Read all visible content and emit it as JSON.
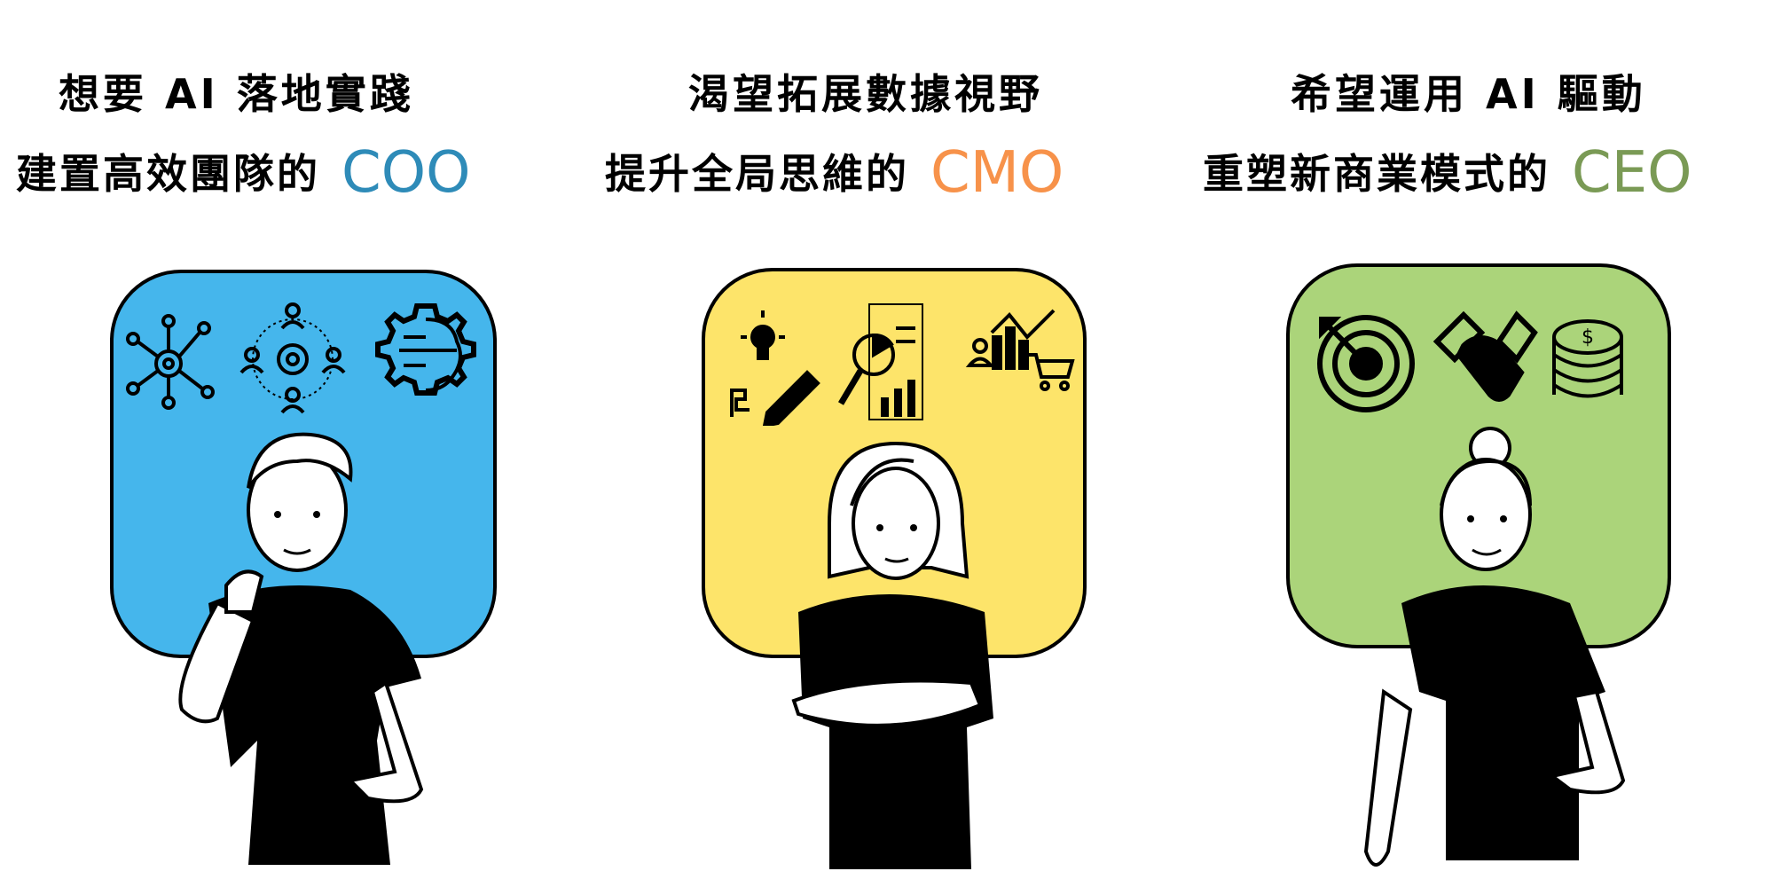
{
  "columns": [
    {
      "line1": "想要 AI 落地實踐",
      "line2": "建置高效團隊的",
      "role": "COO",
      "role_color": "#2e8bb8",
      "panel_color": "#45b6ec",
      "icons": [
        "network-icon",
        "team-target-icon",
        "brain-gear-icon"
      ]
    },
    {
      "line1": "渴望拓展數據視野",
      "line2": "提升全局思維的",
      "role": "CMO",
      "role_color": "#f7924a",
      "panel_color": "#fde46a",
      "icons": [
        "idea-pencil-icon",
        "data-report-icon",
        "sales-chart-cart-icon"
      ]
    },
    {
      "line1": "希望運用 AI 驅動",
      "line2": "重塑新商業模式的",
      "role": "CEO",
      "role_color": "#7a9a55",
      "panel_color": "#abd47a",
      "icons": [
        "target-icon",
        "handshake-icon",
        "coins-icon"
      ]
    }
  ]
}
